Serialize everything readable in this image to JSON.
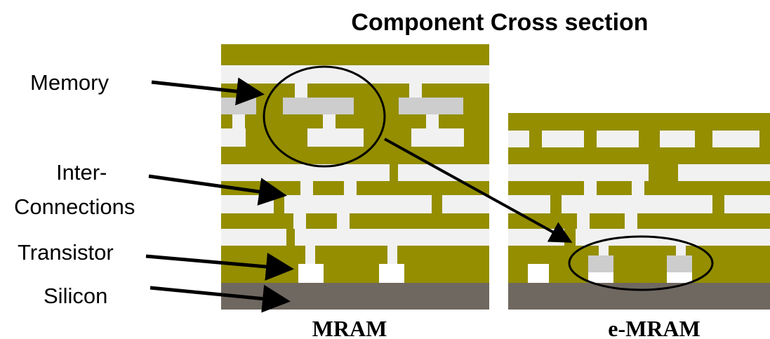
{
  "title": "Component Cross section",
  "labels": {
    "memory": "Memory",
    "inter_line1": "Inter-",
    "inter_line2": "Connections",
    "transistor": "Transistor",
    "silicon": "Silicon"
  },
  "panels": {
    "mram": "MRAM",
    "emram": "e-MRAM"
  },
  "colors": {
    "dielectric": "#948e00",
    "metal": "#f1f1f1",
    "memory_cell": "#cdcdcd",
    "silicon": "#6f6860",
    "ink": "#000000"
  }
}
